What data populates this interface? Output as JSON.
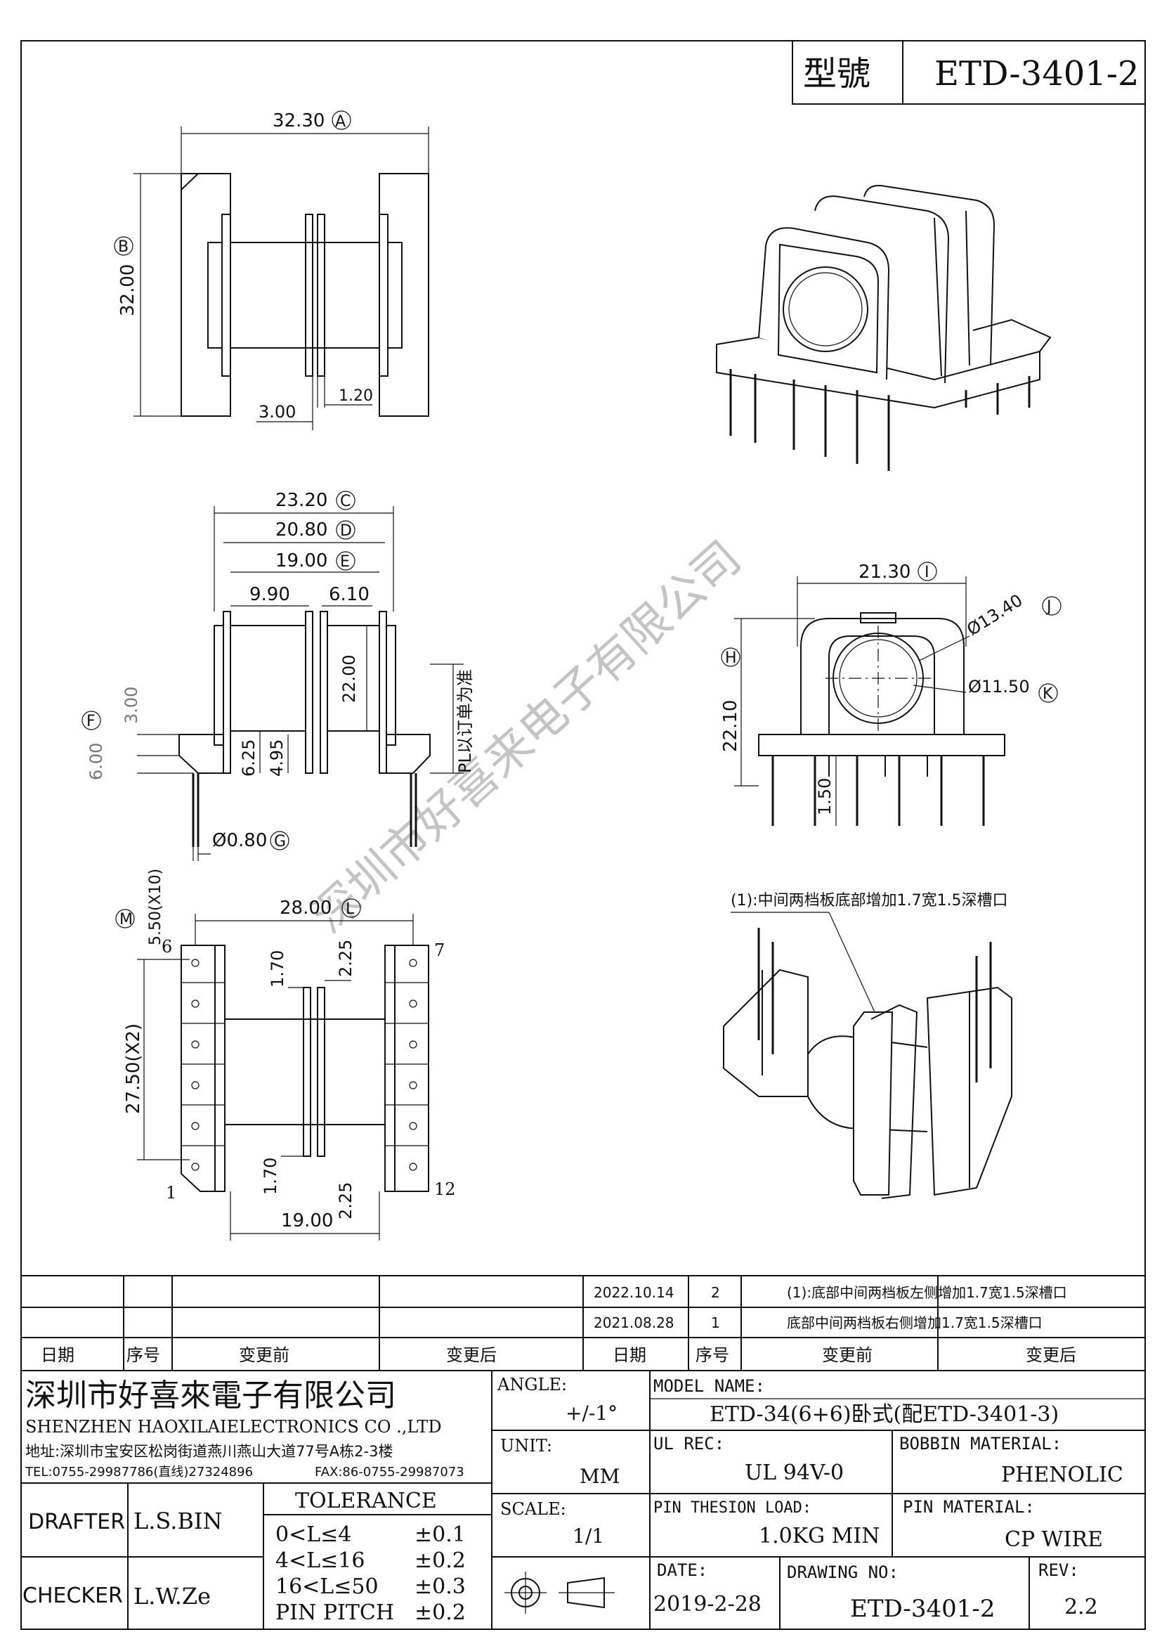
{
  "title_block": {
    "model_label": "型號",
    "model_value": "ETD-3401-2"
  },
  "dimensions": {
    "A": "32.30",
    "A_tag": "A",
    "B": "32.00",
    "B_tag": "B",
    "w_3_00": "3.00",
    "w_1_20": "1.20",
    "C": "23.20",
    "C_tag": "C",
    "D": "20.80",
    "D_tag": "D",
    "E": "19.00",
    "E_tag": "E",
    "w_9_90": "9.90",
    "w_6_10": "6.10",
    "h_22_00": "22.00",
    "h_3_00": "3.00",
    "F": "6.00",
    "F_tag": "F",
    "h_6_25": "6.25",
    "h_4_95": "4.95",
    "G": "Ø0.80",
    "G_tag": "G",
    "pl_note": "PL以订单为准",
    "I": "21.30",
    "I_tag": "I",
    "H": "22.10",
    "H_tag": "H",
    "J": "Ø13.40",
    "J_tag": "J",
    "K": "Ø11.50",
    "K_tag": "K",
    "h_1_50": "1.50",
    "L": "28.00",
    "L_tag": "L",
    "M": "5.50(X10)",
    "M_tag": "M",
    "pitch": "27.50(X2)",
    "h_1_70a": "1.70",
    "h_2_25a": "2.25",
    "h_1_70b": "1.70",
    "h_2_25b": "2.25",
    "bottom_19": "19.00",
    "pin6": "6",
    "pin7": "7",
    "pin1": "1",
    "pin12": "12"
  },
  "note_3d": "(1):中间两档板底部增加1.7宽1.5深槽口",
  "watermark": "深圳市好喜来电子有限公司",
  "revisions": {
    "rows": [
      {
        "date": "2022.10.14",
        "no": "2",
        "desc": "(1):底部中间两档板左侧增加1.7宽1.5深槽口"
      },
      {
        "date": "2021.08.28",
        "no": "1",
        "desc": "底部中间两档板右侧增加1.7宽1.5深槽口"
      }
    ],
    "headers": [
      "日期",
      "序号",
      "变更前",
      "变更后",
      "日期",
      "序号",
      "变更前",
      "变更后"
    ]
  },
  "company": {
    "name_cn": "深圳市好喜來電子有限公司",
    "name_en": "SHENZHEN HAOXILAIELECTRONICS CO .,LTD",
    "address": "地址:深圳市宝安区松岗街道燕川燕山大道77号A栋2-3楼",
    "tel": "TEL:0755-29987786(直线)27324896",
    "fax": "FAX:86-0755-29987073"
  },
  "specs": {
    "angle_label": "ANGLE:",
    "angle_value": "+/-1°",
    "unit_label": "UNIT:",
    "unit_value": "MM",
    "scale_label": "SCALE:",
    "scale_value": "1/1",
    "model_name_label": "MODEL NAME:",
    "model_name_value": "ETD-34(6+6)卧式(配ETD-3401-3)",
    "ul_label": "UL REC:",
    "ul_value": "UL 94V-0",
    "bobbin_label": "BOBBIN MATERIAL:",
    "bobbin_value": "PHENOLIC",
    "pin_load_label": "PIN THESION LOAD:",
    "pin_load_value": "1.0KG MIN",
    "pin_mat_label": "PIN MATERIAL:",
    "pin_mat_value": "CP   WIRE",
    "date_label": "DATE:",
    "date_value": "2019-2-28",
    "drawing_label": "DRAWING NO:",
    "drawing_value": "ETD-3401-2",
    "rev_label": "REV:",
    "rev_value": "2.2"
  },
  "people": {
    "drafter_label": "DRAFTER",
    "drafter_value": "L.S.BIN",
    "checker_label": "CHECKER",
    "checker_value": "L.W.Ze"
  },
  "tolerance": {
    "title": "TOLERANCE",
    "rows": [
      {
        "range": "0<L≤4",
        "value": "±0.1"
      },
      {
        "range": "4<L≤16",
        "value": "±0.2"
      },
      {
        "range": "16<L≤50",
        "value": "±0.3"
      },
      {
        "range": "PIN PITCH",
        "value": "±0.2"
      }
    ]
  }
}
